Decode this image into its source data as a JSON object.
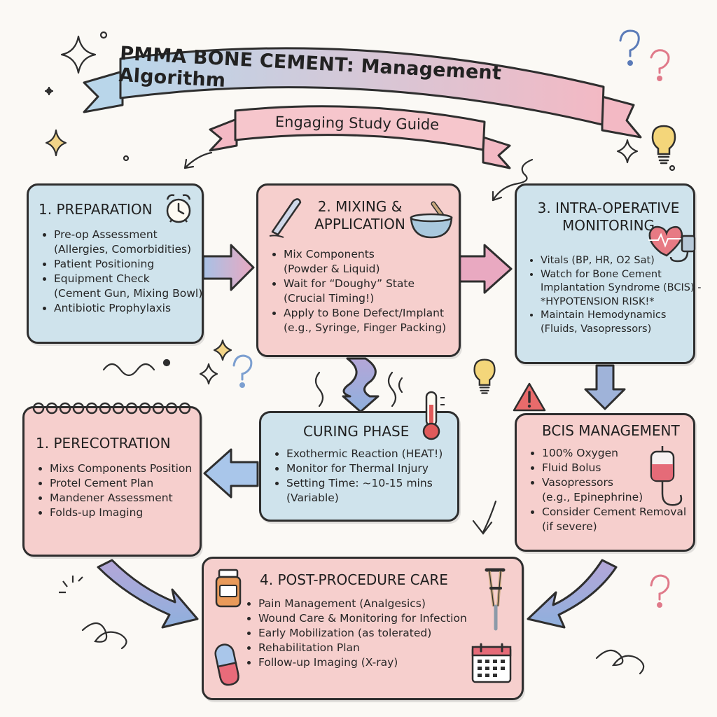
{
  "banner": {
    "title": "PMMA BONE CEMENT: Management Algorithm",
    "subtitle": "Engaging Study Guide"
  },
  "boxes": {
    "preparation": {
      "title": "1. PREPARATION",
      "items": [
        {
          "text": "Pre-op Assessment",
          "detail": "(Allergies, Comorbidities)"
        },
        {
          "text": "Patient Positioning"
        },
        {
          "text": "Equipment Check",
          "detail": "(Cement Gun, Mixing Bowl)"
        },
        {
          "text": "Antibiotic Prophylaxis"
        }
      ]
    },
    "mixing": {
      "title": "2. MIXING & APPLICATION",
      "items": [
        {
          "text": "Mix Components",
          "detail": "(Powder & Liquid)"
        },
        {
          "text": "Wait for “Doughy” State",
          "detail": "(Crucial Timing!)"
        },
        {
          "text": "Apply to Bone Defect/Implant",
          "detail": "(e.g., Syringe, Finger Packing)"
        }
      ]
    },
    "intraop": {
      "title": "3. INTRA-OPERATIVE MONITORING",
      "items": [
        {
          "text": "Vitals (BP, HR, O2 Sat)"
        },
        {
          "text": "Watch for Bone Cement Implantation Syndrome (BCIS) - *HYPOTENSION RISK!*"
        },
        {
          "text": "Maintain Hemodynamics",
          "detail": "(Fluids, Vasopressors)"
        }
      ]
    },
    "perecotration": {
      "title": "1. PERECOTRATION",
      "items": [
        {
          "text": "Mixs Components Position"
        },
        {
          "text": "Protel Cement Plan"
        },
        {
          "text": "Mandener Assessment"
        },
        {
          "text": "Folds-up Imaging"
        }
      ]
    },
    "curing": {
      "title": "CURING PHASE",
      "items": [
        {
          "text": "Exothermic Reaction (HEAT!)"
        },
        {
          "text": "Monitor for Thermal Injury"
        },
        {
          "text": "Setting Time: ~10-15 mins",
          "detail": "(Variable)"
        }
      ]
    },
    "bcis": {
      "title": "BCIS MANAGEMENT",
      "items": [
        {
          "text": "100% Oxygen"
        },
        {
          "text": "Fluid Bolus"
        },
        {
          "text": "Vasopressors",
          "detail": "(e.g., Epinephrine)"
        },
        {
          "text": "Consider Cement Removal",
          "detail": "(if severe)"
        }
      ]
    },
    "post": {
      "title": "4. POST-PROCEDURE CARE",
      "items": [
        {
          "text": "Pain Management (Analgesics)"
        },
        {
          "text": "Wound Care & Monitoring for Infection"
        },
        {
          "text": "Early Mobilization (as tolerated)"
        },
        {
          "text": "Rehabilitation Plan"
        },
        {
          "text": "Follow-up Imaging (X-ray)"
        }
      ]
    }
  },
  "icons": {
    "alarm_clock": "alarm-clock-icon",
    "scalpel": "scalpel-icon",
    "mortar_pestle": "mortar-pestle-icon",
    "heart_monitor": "heart-monitor-icon",
    "thermometer": "thermometer-icon",
    "warning": "warning-icon",
    "iv_bag": "iv-bag-icon",
    "pill_bottle": "pill-bottle-icon",
    "pill": "pill-icon",
    "crutch": "crutch-icon",
    "calendar": "calendar-icon",
    "lightbulb": "lightbulb-icon"
  },
  "colors": {
    "blue_box": "#cfe3ec",
    "pink_box": "#f6cfcd",
    "outline": "#2e2e2e",
    "arrow_blue": "#9fb3d9",
    "arrow_pink": "#e9a9b6",
    "warning_red": "#e05a5a"
  }
}
